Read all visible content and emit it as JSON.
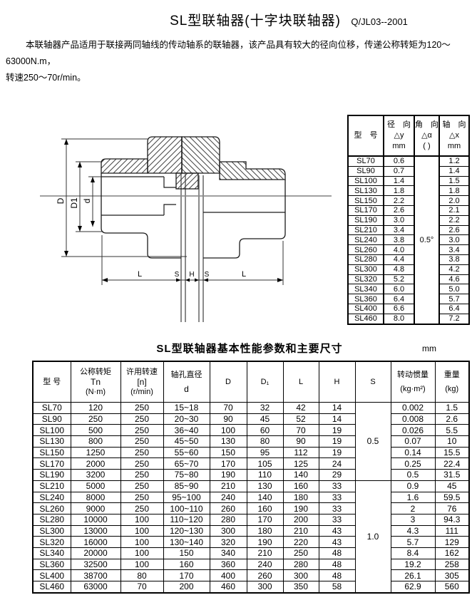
{
  "header": {
    "title": "SL型联轴器(十字块联轴器)",
    "standard": "Q/JL03--2001"
  },
  "intro": {
    "line1": "本联轴器产品适用于联接两同轴线的传动轴系的联轴器，该产品具有较大的径向位移，传递公称转矩为120～63000N.m，",
    "line2": "转速250～70r/min。"
  },
  "drawing": {
    "labels": {
      "D": "D",
      "D1": "D1",
      "d": "d",
      "L": "L",
      "S": "S",
      "H": "H"
    }
  },
  "misalignment_table": {
    "columns": {
      "model": "型　号",
      "radial": [
        "径　向",
        "△y",
        "mm"
      ],
      "angular": [
        "角　向",
        "△α",
        "( )"
      ],
      "axial": [
        "轴　向",
        "△x",
        "mm"
      ]
    },
    "angular_value": "0.5°",
    "rows": [
      [
        "SL70",
        "0.6",
        "1.2"
      ],
      [
        "SL90",
        "0.7",
        "1.4"
      ],
      [
        "SL100",
        "1.4",
        "1.5"
      ],
      [
        "SL130",
        "1.8",
        "1.8"
      ],
      [
        "SL150",
        "2.2",
        "2.0"
      ],
      [
        "SL170",
        "2.6",
        "2.1"
      ],
      [
        "SL190",
        "3.0",
        "2.2"
      ],
      [
        "SL210",
        "3.4",
        "2.6"
      ],
      [
        "SL240",
        "3.8",
        "3.0"
      ],
      [
        "SL260",
        "4.0",
        "3.4"
      ],
      [
        "SL280",
        "4.4",
        "3.8"
      ],
      [
        "SL300",
        "4.8",
        "4.2"
      ],
      [
        "SL320",
        "5.2",
        "4.6"
      ],
      [
        "SL340",
        "6.0",
        "5.0"
      ],
      [
        "SL360",
        "6.4",
        "5.7"
      ],
      [
        "SL400",
        "6.6",
        "6.4"
      ],
      [
        "SL460",
        "8.0",
        "7.2"
      ]
    ]
  },
  "main_table": {
    "title": "SL型联轴器基本性能参数和主要尺寸",
    "unit_note": "mm",
    "columns": {
      "model": "型 号",
      "torque": [
        "公称转矩",
        "Tn",
        "(N·m)"
      ],
      "speed": [
        "许用转速",
        "[n]",
        "(r/min)"
      ],
      "bore": [
        "轴孔直径",
        "d"
      ],
      "D": "D",
      "D1": "D₁",
      "L": "L",
      "H": "H",
      "S": "S",
      "inertia": [
        "转动惯量",
        "(kg·m²)"
      ],
      "weight": [
        "重量",
        "(kg)"
      ]
    },
    "s_groups": [
      {
        "value": "0.5",
        "span": 7
      },
      {
        "value": "1.0",
        "span": 10
      }
    ],
    "rows": [
      [
        "SL70",
        "120",
        "250",
        "15~18",
        "70",
        "32",
        "42",
        "14",
        "0.002",
        "1.5"
      ],
      [
        "SL90",
        "250",
        "250",
        "20~30",
        "90",
        "45",
        "52",
        "14",
        "0.008",
        "2.6"
      ],
      [
        "SL100",
        "500",
        "250",
        "36~40",
        "100",
        "60",
        "70",
        "19",
        "0.026",
        "5.5"
      ],
      [
        "SL130",
        "800",
        "250",
        "45~50",
        "130",
        "80",
        "90",
        "19",
        "0.07",
        "10"
      ],
      [
        "SL150",
        "1250",
        "250",
        "55~60",
        "150",
        "95",
        "112",
        "19",
        "0.14",
        "15.5"
      ],
      [
        "SL170",
        "2000",
        "250",
        "65~70",
        "170",
        "105",
        "125",
        "24",
        "0.25",
        "22.4"
      ],
      [
        "SL190",
        "3200",
        "250",
        "75~80",
        "190",
        "110",
        "140",
        "29",
        "0.5",
        "31.5"
      ],
      [
        "SL210",
        "5000",
        "250",
        "85~90",
        "210",
        "130",
        "160",
        "33",
        "0.9",
        "45"
      ],
      [
        "SL240",
        "8000",
        "250",
        "95~100",
        "240",
        "140",
        "180",
        "33",
        "1.6",
        "59.5"
      ],
      [
        "SL260",
        "9000",
        "250",
        "100~110",
        "260",
        "160",
        "190",
        "33",
        "2",
        "76"
      ],
      [
        "SL280",
        "10000",
        "100",
        "110~120",
        "280",
        "170",
        "200",
        "33",
        "3",
        "94.3"
      ],
      [
        "SL300",
        "13000",
        "100",
        "120~130",
        "300",
        "180",
        "210",
        "43",
        "4.3",
        "111"
      ],
      [
        "SL320",
        "16000",
        "100",
        "130~140",
        "320",
        "190",
        "220",
        "43",
        "5.7",
        "129"
      ],
      [
        "SL340",
        "20000",
        "100",
        "150",
        "340",
        "210",
        "250",
        "48",
        "8.4",
        "162"
      ],
      [
        "SL360",
        "32500",
        "100",
        "160",
        "360",
        "240",
        "280",
        "48",
        "19.2",
        "258"
      ],
      [
        "SL400",
        "38700",
        "80",
        "170",
        "400",
        "260",
        "300",
        "48",
        "26.1",
        "305"
      ],
      [
        "SL460",
        "63000",
        "70",
        "200",
        "460",
        "300",
        "350",
        "58",
        "62.9",
        "560"
      ]
    ]
  }
}
